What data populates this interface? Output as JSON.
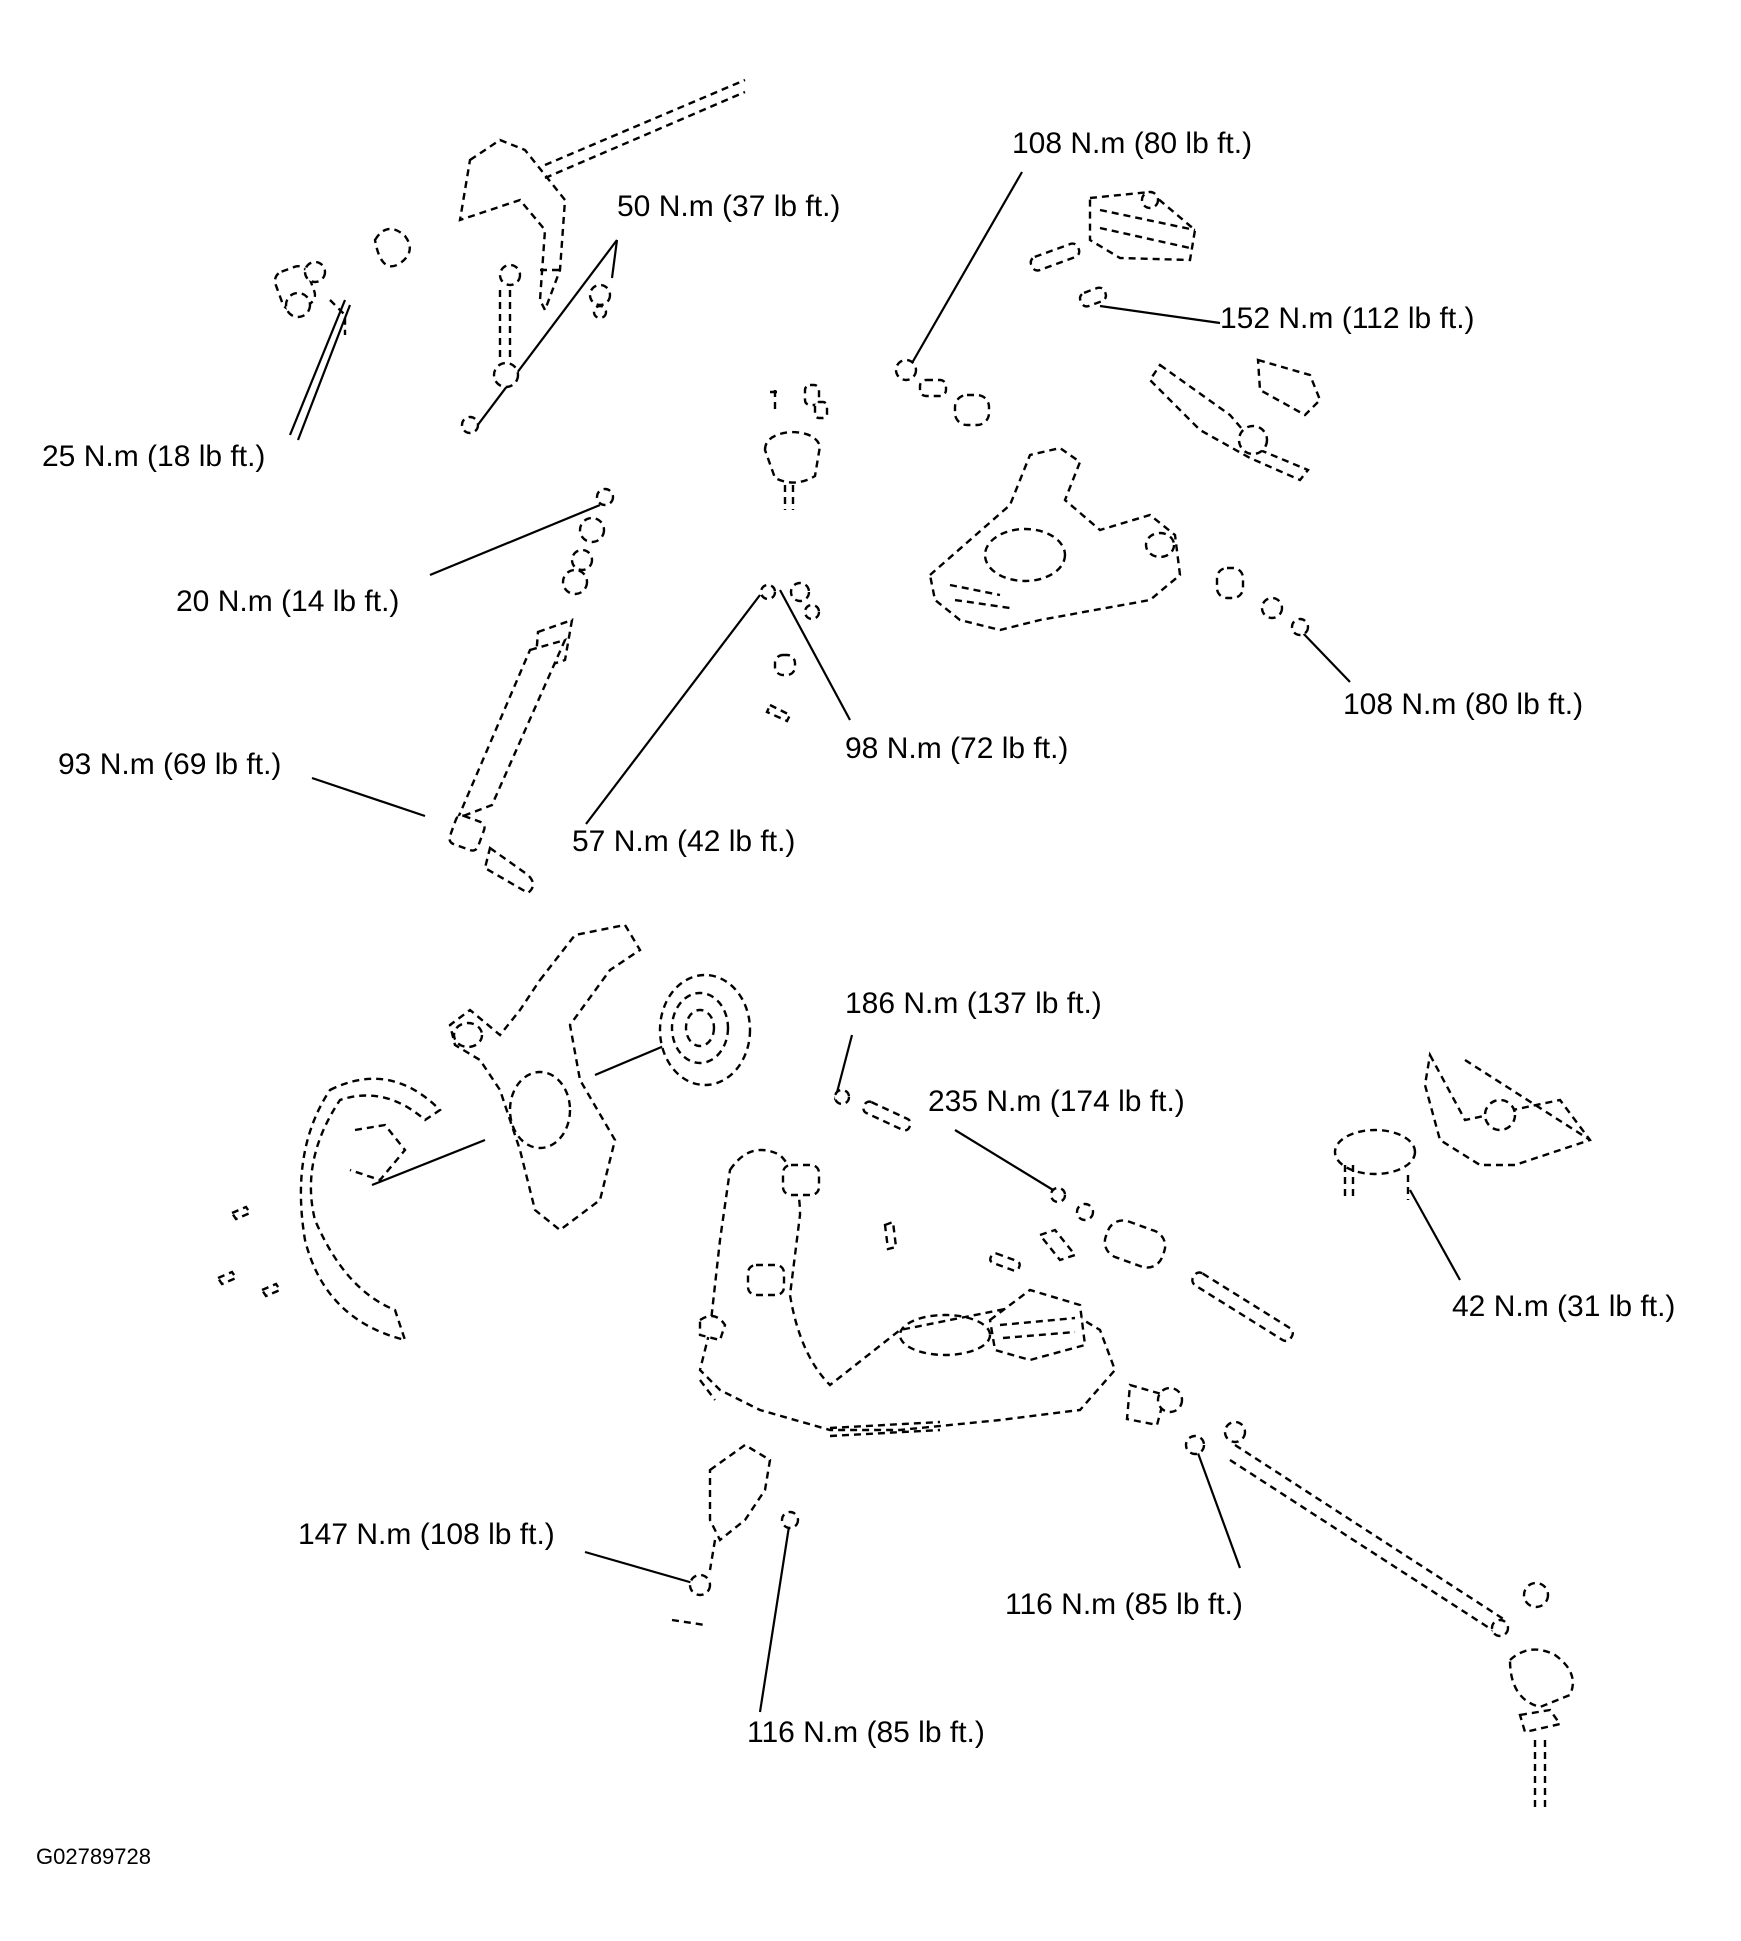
{
  "figure_code": "G02789728",
  "torque_labels": [
    {
      "id": "t1",
      "text": "108 N.m (80 lb ft.)"
    },
    {
      "id": "t2",
      "text": "50 N.m (37 lb ft.)"
    },
    {
      "id": "t3",
      "text": "152 N.m (112 lb ft.)"
    },
    {
      "id": "t4",
      "text": "25 N.m (18 lb ft.)"
    },
    {
      "id": "t5",
      "text": "20 N.m (14 lb ft.)"
    },
    {
      "id": "t6",
      "text": "108 N.m (80 lb ft.)"
    },
    {
      "id": "t7",
      "text": "93 N.m (69 lb ft.)"
    },
    {
      "id": "t8",
      "text": "98 N.m (72 lb ft.)"
    },
    {
      "id": "t9",
      "text": "57 N.m (42 lb ft.)"
    },
    {
      "id": "t10",
      "text": "186 N.m (137 lb ft.)"
    },
    {
      "id": "t11",
      "text": "235 N.m (174 lb ft.)"
    },
    {
      "id": "t12",
      "text": "42 N.m (31 lb ft.)"
    },
    {
      "id": "t13",
      "text": "147 N.m (108 lb ft.)"
    },
    {
      "id": "t14",
      "text": "116 N.m (85 lb ft.)"
    },
    {
      "id": "t15",
      "text": "116 N.m (85 lb ft.)"
    }
  ]
}
